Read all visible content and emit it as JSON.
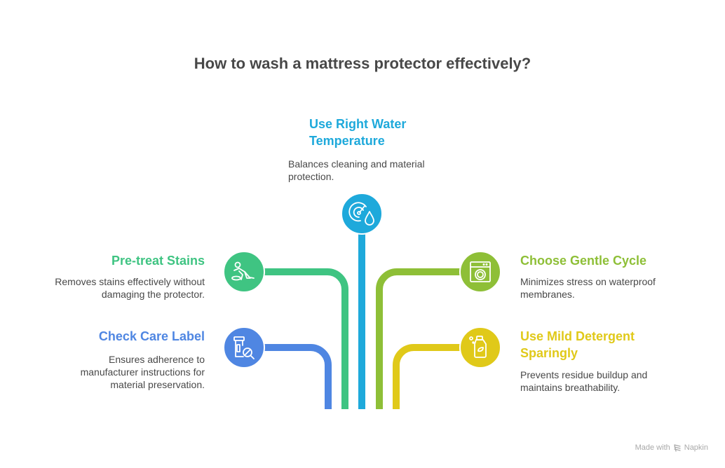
{
  "title": "How to wash a mattress protector effectively?",
  "items": [
    {
      "id": "check-care-label",
      "title": "Check Care Label",
      "description_lines": [
        "Ensures adherence to",
        "manufacturer instructions for",
        "material preservation."
      ],
      "icon": "pill-bottle-magnifier-icon",
      "color": "#4F86E2"
    },
    {
      "id": "pre-treat-stains",
      "title": "Pre-treat Stains",
      "description_lines": [
        "Removes stains effectively without",
        "damaging the protector."
      ],
      "icon": "person-scrubbing-icon",
      "color": "#3FC482"
    },
    {
      "id": "use-right-water-temperature",
      "title_lines": [
        "Use Right Water",
        "Temperature"
      ],
      "description_lines": [
        "Balances cleaning and material",
        "protection."
      ],
      "icon": "gauge-water-drop-icon",
      "color": "#1EA9DB"
    },
    {
      "id": "choose-gentle-cycle",
      "title": "Choose Gentle Cycle",
      "description_lines": [
        "Minimizes stress on waterproof",
        "membranes."
      ],
      "icon": "washing-machine-icon",
      "color": "#8EBF37"
    },
    {
      "id": "use-mild-detergent-sparingly",
      "title_lines": [
        "Use Mild Detergent",
        "Sparingly"
      ],
      "description_lines": [
        "Prevents residue buildup and",
        "maintains breathability."
      ],
      "icon": "detergent-bottle-icon",
      "color": "#E0C919"
    }
  ],
  "footer": {
    "made_with": "Made with",
    "brand": "Napkin"
  }
}
